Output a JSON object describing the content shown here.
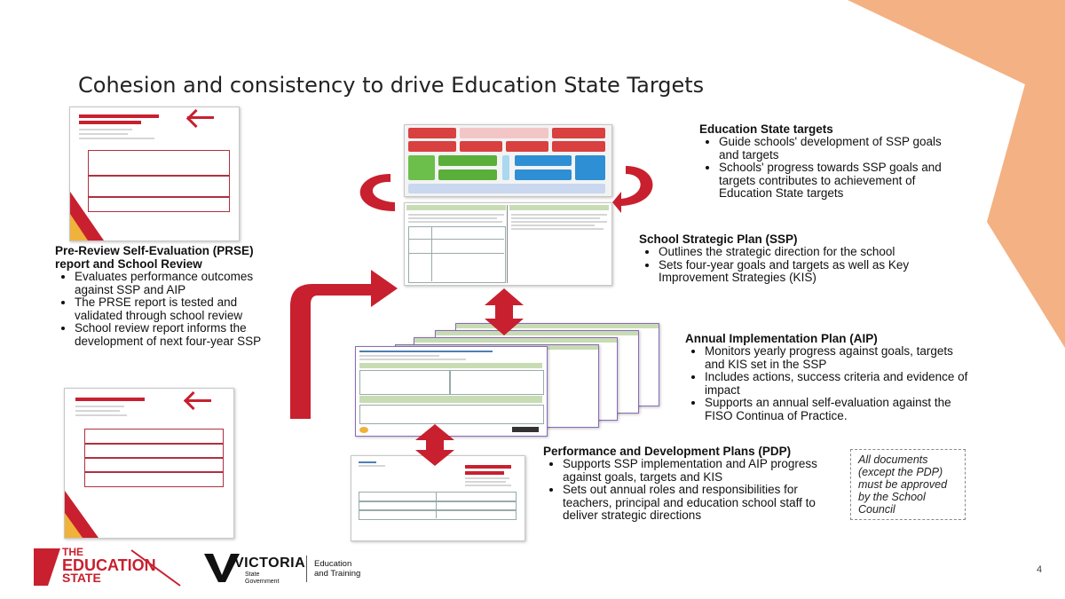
{
  "slide": {
    "title": "Cohesion and consistency to drive Education State Targets",
    "page_number": "4"
  },
  "sections": {
    "education_state": {
      "heading": "Education State targets",
      "bullets": [
        "Guide schools' development of SSP goals and targets",
        "Schools' progress towards SSP goals and targets contributes to achievement of Education State targets"
      ]
    },
    "ssp": {
      "heading": "School Strategic Plan (SSP)",
      "bullets": [
        "Outlines the strategic direction for the school",
        "Sets four-year goals and targets as well as Key Improvement Strategies (KIS)"
      ]
    },
    "prse": {
      "heading": "Pre-Review Self-Evaluation (PRSE) report and School Review",
      "bullets": [
        "Evaluates performance outcomes against SSP and AIP",
        "The PRSE report is tested and validated through school review",
        "School review report informs the development of next four-year SSP"
      ]
    },
    "aip": {
      "heading": "Annual Implementation Plan (AIP)",
      "bullets": [
        "Monitors yearly progress against goals, targets and KIS set in the SSP",
        "Includes actions, success criteria and evidence of impact",
        "Supports an annual self-evaluation against the FISO Continua of Practice."
      ]
    },
    "pdp": {
      "heading": "Performance and Development Plans (PDP)",
      "bullets": [
        "Supports SSP implementation and AIP progress against goals, targets and KIS",
        "Sets out annual roles and responsibilities for teachers, principal and education school staff to deliver strategic directions"
      ]
    }
  },
  "note": "All documents (except the PDP) must be approved by the School Council",
  "logos": {
    "education_state": [
      "THE",
      "EDUCATION",
      "STATE"
    ],
    "victoria": "VICTORIA",
    "victoria_sub": [
      "State",
      "Government"
    ],
    "department": [
      "Education",
      "and Training"
    ]
  },
  "colors": {
    "arrow_red": "#c8202f",
    "corner_orange": "#f4b183",
    "logo_red": "#c8202f"
  }
}
